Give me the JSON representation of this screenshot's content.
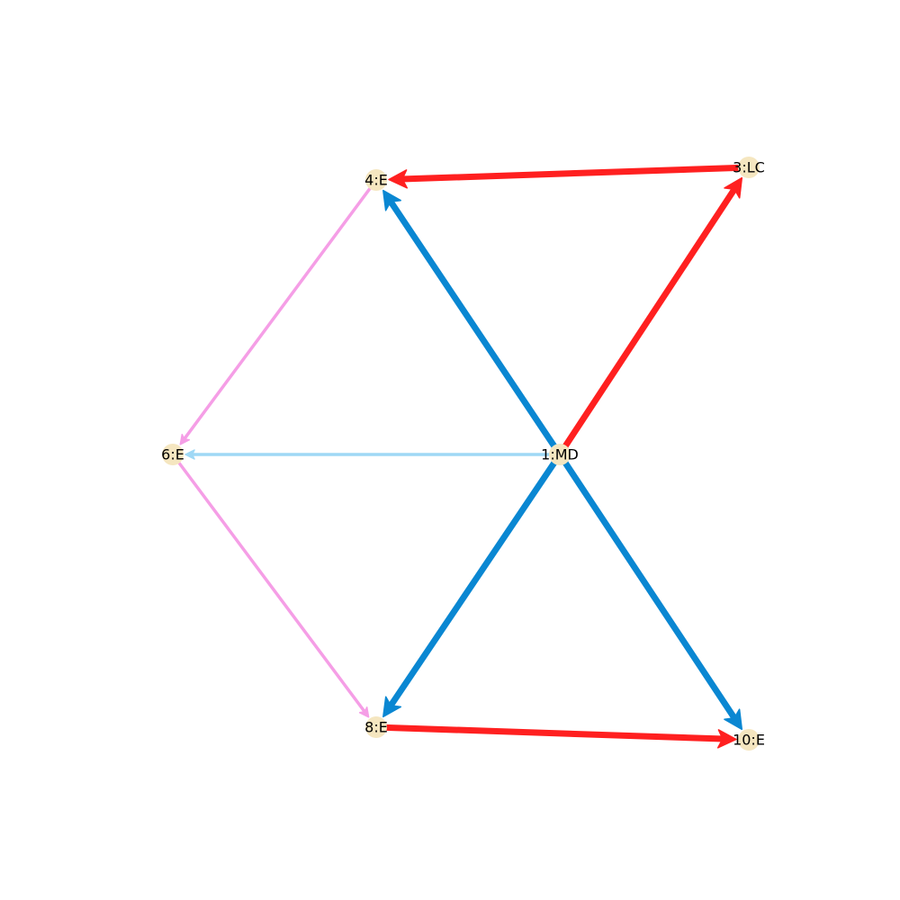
{
  "graph": {
    "node_color": "#f5e6c0",
    "nodes": [
      {
        "id": "1",
        "label": "1:MD"
      },
      {
        "id": "3",
        "label": "3:LC"
      },
      {
        "id": "4",
        "label": "4:E"
      },
      {
        "id": "6",
        "label": "6:E"
      },
      {
        "id": "8",
        "label": "8:E"
      },
      {
        "id": "10",
        "label": "10:E"
      }
    ],
    "edges": [
      {
        "from": "1",
        "to": "3",
        "color": "#ff2020",
        "weight": "heavy"
      },
      {
        "from": "3",
        "to": "4",
        "color": "#ff2020",
        "weight": "heavy"
      },
      {
        "from": "1",
        "to": "4",
        "color": "#0a87d2",
        "weight": "heavy"
      },
      {
        "from": "1",
        "to": "8",
        "color": "#0a87d2",
        "weight": "heavy"
      },
      {
        "from": "1",
        "to": "10",
        "color": "#0a87d2",
        "weight": "heavy"
      },
      {
        "from": "8",
        "to": "10",
        "color": "#ff2020",
        "weight": "heavy"
      },
      {
        "from": "1",
        "to": "6",
        "color": "#9fd8f5",
        "weight": "light"
      },
      {
        "from": "4",
        "to": "6",
        "color": "#f59ee6",
        "weight": "light"
      },
      {
        "from": "6",
        "to": "8",
        "color": "#f59ee6",
        "weight": "light"
      }
    ]
  }
}
